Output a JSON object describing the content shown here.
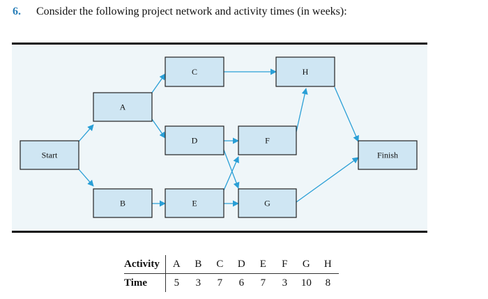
{
  "problem": {
    "number": "6.",
    "text": "Consider the following project network and activity times (in weeks):"
  },
  "network": {
    "nodes": {
      "start": "Start",
      "a": "A",
      "b": "B",
      "c": "C",
      "d": "D",
      "e": "E",
      "f": "F",
      "g": "G",
      "h": "H",
      "finish": "Finish"
    },
    "edges": [
      [
        "Start",
        "A"
      ],
      [
        "Start",
        "B"
      ],
      [
        "A",
        "C"
      ],
      [
        "A",
        "D"
      ],
      [
        "B",
        "E"
      ],
      [
        "C",
        "H"
      ],
      [
        "D",
        "F"
      ],
      [
        "D",
        "G"
      ],
      [
        "E",
        "F"
      ],
      [
        "E",
        "G"
      ],
      [
        "F",
        "H"
      ],
      [
        "H",
        "Finish"
      ],
      [
        "G",
        "Finish"
      ]
    ],
    "accent_color": "#2a9fd6",
    "node_fill": "#cfe6f3",
    "panel_fill": "#eff6f9"
  },
  "table": {
    "row_labels": {
      "activity": "Activity",
      "time": "Time"
    },
    "activities": [
      "A",
      "B",
      "C",
      "D",
      "E",
      "F",
      "G",
      "H"
    ],
    "times": [
      "5",
      "3",
      "7",
      "6",
      "7",
      "3",
      "10",
      "8"
    ]
  }
}
